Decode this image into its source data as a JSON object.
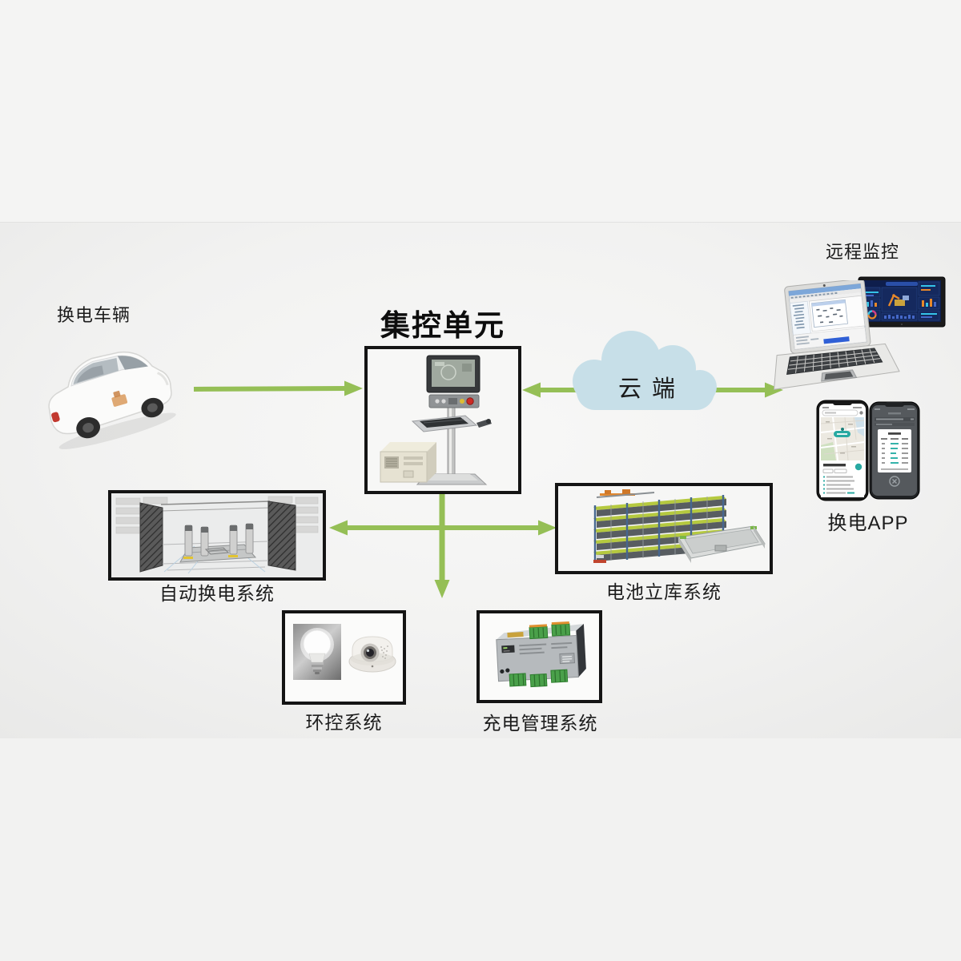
{
  "title": {
    "text": "集控单元"
  },
  "nodes": {
    "vehicle": {
      "label": "换电车辆"
    },
    "cloud": {
      "label": "云端"
    },
    "remote_monitoring": {
      "label": "远程监控"
    },
    "swap_app": {
      "label": "换电APP"
    },
    "auto_swap_system": {
      "label": "自动换电系统"
    },
    "battery_warehouse_system": {
      "label": "电池立库系统"
    },
    "environment_control_system": {
      "label": "环控系统"
    },
    "charging_management_system": {
      "label": "充电管理系统"
    }
  },
  "palette": {
    "arrow_green": "#95bf56",
    "cloud_blue": "#c7dfe8",
    "box_border": "#141414",
    "page_background": "#f4f4f3",
    "label_color": "#1c1c1c"
  }
}
